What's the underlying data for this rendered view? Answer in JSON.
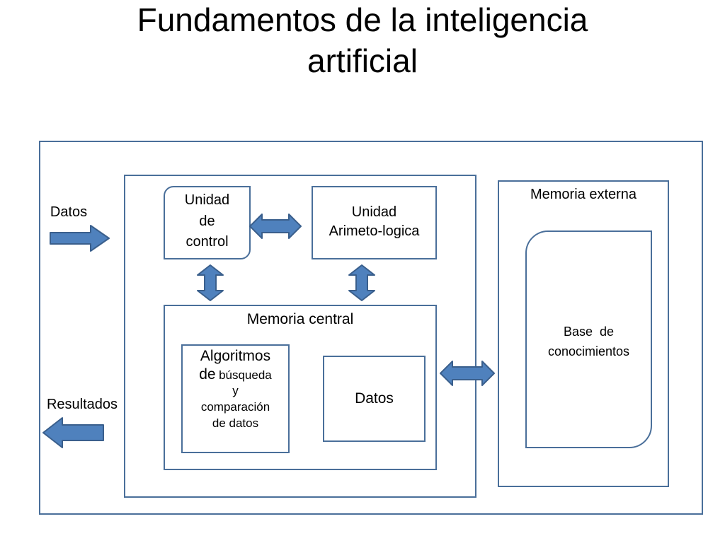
{
  "title": {
    "line1": "Fundamentos de la inteligencia",
    "line2": "artificial"
  },
  "inputs": {
    "datos_label": "Datos",
    "resultados_label": "Resultados"
  },
  "cpu": {
    "control_unit": [
      "Unidad",
      "de",
      "control"
    ],
    "alu": [
      "Unidad",
      "Arimeto-logica"
    ],
    "central_memory": {
      "label": "Memoria central",
      "algorithms": [
        "Algoritmos",
        "de",
        "búsqueda",
        "y",
        "comparación",
        "de datos"
      ],
      "data": "Datos"
    }
  },
  "external_memory": {
    "label": "Memoria externa",
    "knowledge_base": [
      "Base  de",
      "conocimientos"
    ]
  },
  "colors": {
    "border": "#4a6f9a",
    "arrow_fill": "#4f81bd",
    "arrow_stroke": "#3a5f8c"
  }
}
